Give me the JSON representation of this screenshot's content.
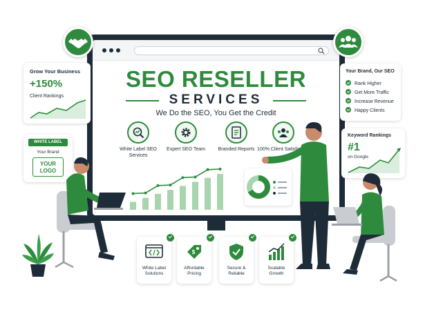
{
  "hero": {
    "title_line1": "SEO RESELLER",
    "title_line2": "SERVICES",
    "tagline": "We Do the SEO, You Get the Credit"
  },
  "services": [
    {
      "label": "White Label SEO Services",
      "icon": "chart-magnifier-icon"
    },
    {
      "label": "Expert SEO Team",
      "icon": "gear-icon"
    },
    {
      "label": "Branded Reports",
      "icon": "report-icon"
    },
    {
      "label": "100% Client Satisfaction",
      "icon": "people-icon"
    }
  ],
  "growth_card": {
    "heading": "Grow Your Business",
    "value": "+150%",
    "subtitle": "Client Rankings"
  },
  "white_label_card": {
    "badge": "WHITE LABEL",
    "brand": "Your Brand",
    "logo_line1": "YOUR",
    "logo_line2": "LOGO"
  },
  "brand_card": {
    "heading": "Your Brand, Our SEO",
    "items": [
      "Rank Higher",
      "Get More Traffic",
      "Increase Revenue",
      "Happy Clients"
    ]
  },
  "keyword_card": {
    "heading": "Keyword Rankings",
    "value": "#1",
    "subtitle": "on Google"
  },
  "features": [
    {
      "label_line1": "White Label",
      "label_line2": "Solutions",
      "icon": "code-window-icon"
    },
    {
      "label_line1": "Affordable",
      "label_line2": "Pricing",
      "icon": "price-tag-icon"
    },
    {
      "label_line1": "Secure &",
      "label_line2": "Reliable",
      "icon": "shield-check-icon"
    },
    {
      "label_line1": "Scalable",
      "label_line2": "Growth",
      "icon": "growth-bars-icon"
    }
  ],
  "colors": {
    "accent": "#2e8b3d",
    "dark": "#1e2b38",
    "light_green": "#a8d5ad"
  },
  "bar_chart": {
    "values": [
      2,
      3,
      4,
      5,
      6,
      7,
      8,
      9
    ]
  }
}
